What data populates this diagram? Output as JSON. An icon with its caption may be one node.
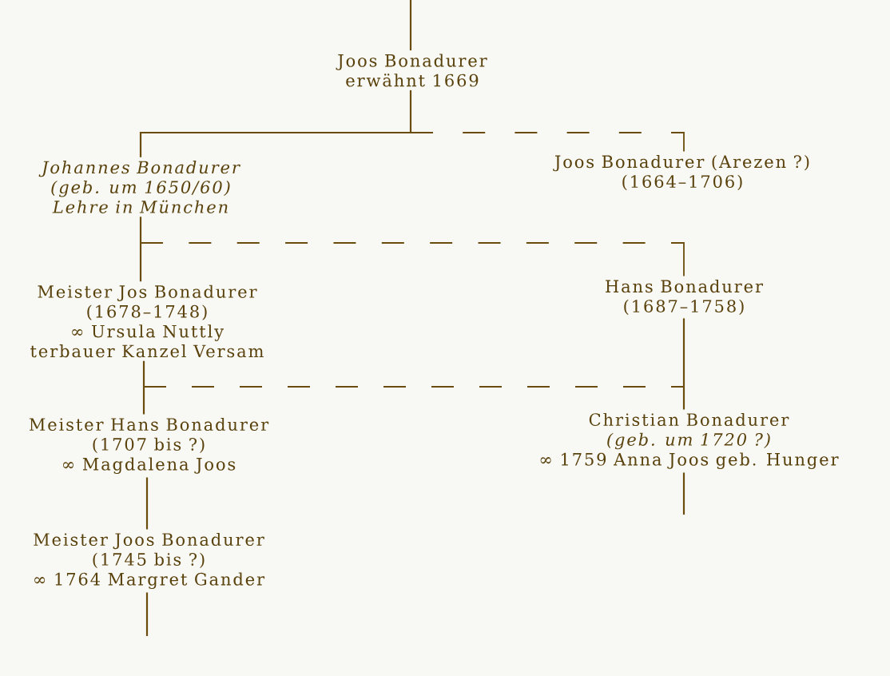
{
  "diagram": {
    "nodes": [
      {
        "text": [
          "Joos Bonadurer",
          "erwähnt 1669"
        ]
      },
      {
        "text": [
          "Johannes Bonadurer",
          "(geb. um 1650/60)",
          "Lehre in München"
        ]
      },
      {
        "text": [
          "Joos Bonadurer (Arezen ?)",
          "(1664–1706)"
        ]
      },
      {
        "text": [
          "Meister Jos Bonadurer",
          "(1678–1748)",
          "∞ Ursula Nuttly",
          "terbauer Kanzel Versam"
        ]
      },
      {
        "text": [
          "Hans Bonadurer",
          "(1687–1758)"
        ]
      },
      {
        "text": [
          "Meister Hans Bonadurer",
          "(1707 bis ?)",
          "∞ Magdalena Joos"
        ]
      },
      {
        "text": [
          "Christian Bonadurer",
          "(geb. um 1720 ?)",
          "∞ 1759 Anna Joos geb. Hunger"
        ]
      },
      {
        "text": [
          "Meister Joos Bonadurer",
          "(1745 bis ?)",
          "∞ 1764 Margret Gander"
        ]
      }
    ],
    "edges": [
      {
        "from": null,
        "to": 0,
        "arrow": "none"
      },
      {
        "from": 0,
        "to": 1,
        "arrow": "none"
      },
      {
        "from": 0,
        "to": 2,
        "arrow": "none",
        "style": "dashed"
      },
      {
        "from": 1,
        "to": 3,
        "arrow": "none"
      },
      {
        "from": 1,
        "to": 4,
        "arrow": "none",
        "style": "dashed"
      },
      {
        "from": 3,
        "to": 5,
        "arrow": "none"
      },
      {
        "from": 3,
        "to": 6,
        "arrow": "none",
        "style": "dashed"
      },
      {
        "from": 4,
        "to": 6,
        "arrow": "none"
      },
      {
        "from": 5,
        "to": 7,
        "arrow": "none"
      },
      {
        "from": 6,
        "to": null,
        "arrow": "none"
      },
      {
        "from": 7,
        "to": null,
        "arrow": "none"
      }
    ]
  }
}
